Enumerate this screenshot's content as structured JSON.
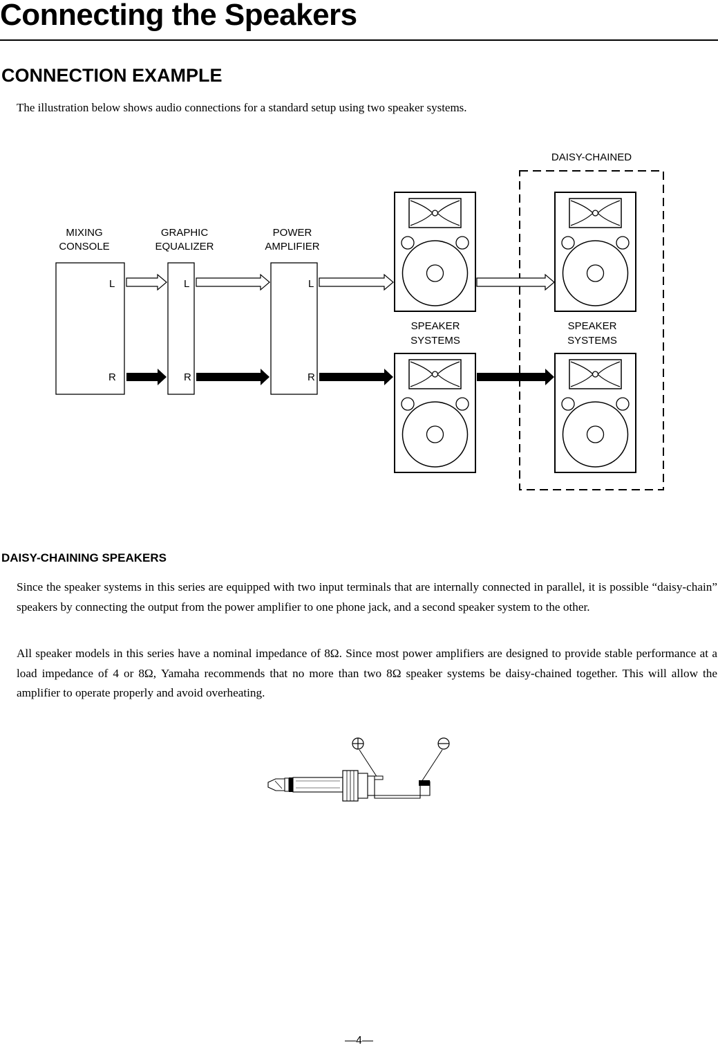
{
  "page": {
    "title": "Connecting the Speakers",
    "section_heading": "CONNECTION EXAMPLE",
    "intro": "The illustration below shows audio connections for a standard setup using two speaker systems.",
    "daisy_heading": "DAISY-CHAINING SPEAKERS",
    "paragraph1": "Since the speaker systems in this series are equipped with two input terminals that are internally connected in parallel, it is possible “daisy-chain” speakers by connecting the output from the power amplifier to one phone jack, and a second speaker system to the other.",
    "paragraph2": "All speaker models in this series have a nominal impedance of 8Ω. Since most power amplifiers are designed to provide stable performance at a load impedance of 4 or 8Ω, Yamaha recommends that no more than two 8Ω speaker systems be daisy-chained together. This will allow the amplifier to operate properly and avoid overheating.",
    "page_number": "—4—"
  },
  "diagram": {
    "daisy_chained_label": "DAISY-CHAINED",
    "mixing_console": {
      "line1": "MIXING",
      "line2": "CONSOLE"
    },
    "graphic_equalizer": {
      "line1": "GRAPHIC",
      "line2": "EQUALIZER"
    },
    "power_amplifier": {
      "line1": "POWER",
      "line2": "AMPLIFIER"
    },
    "speaker_systems_left": {
      "line1": "SPEAKER",
      "line2": "SYSTEMS"
    },
    "speaker_systems_right": {
      "line1": "SPEAKER",
      "line2": "SYSTEMS"
    },
    "channel_left": "L",
    "channel_right": "R"
  },
  "plug_diagram": {
    "positive_symbol": "plus-circle-icon",
    "negative_symbol": "minus-circle-icon"
  }
}
